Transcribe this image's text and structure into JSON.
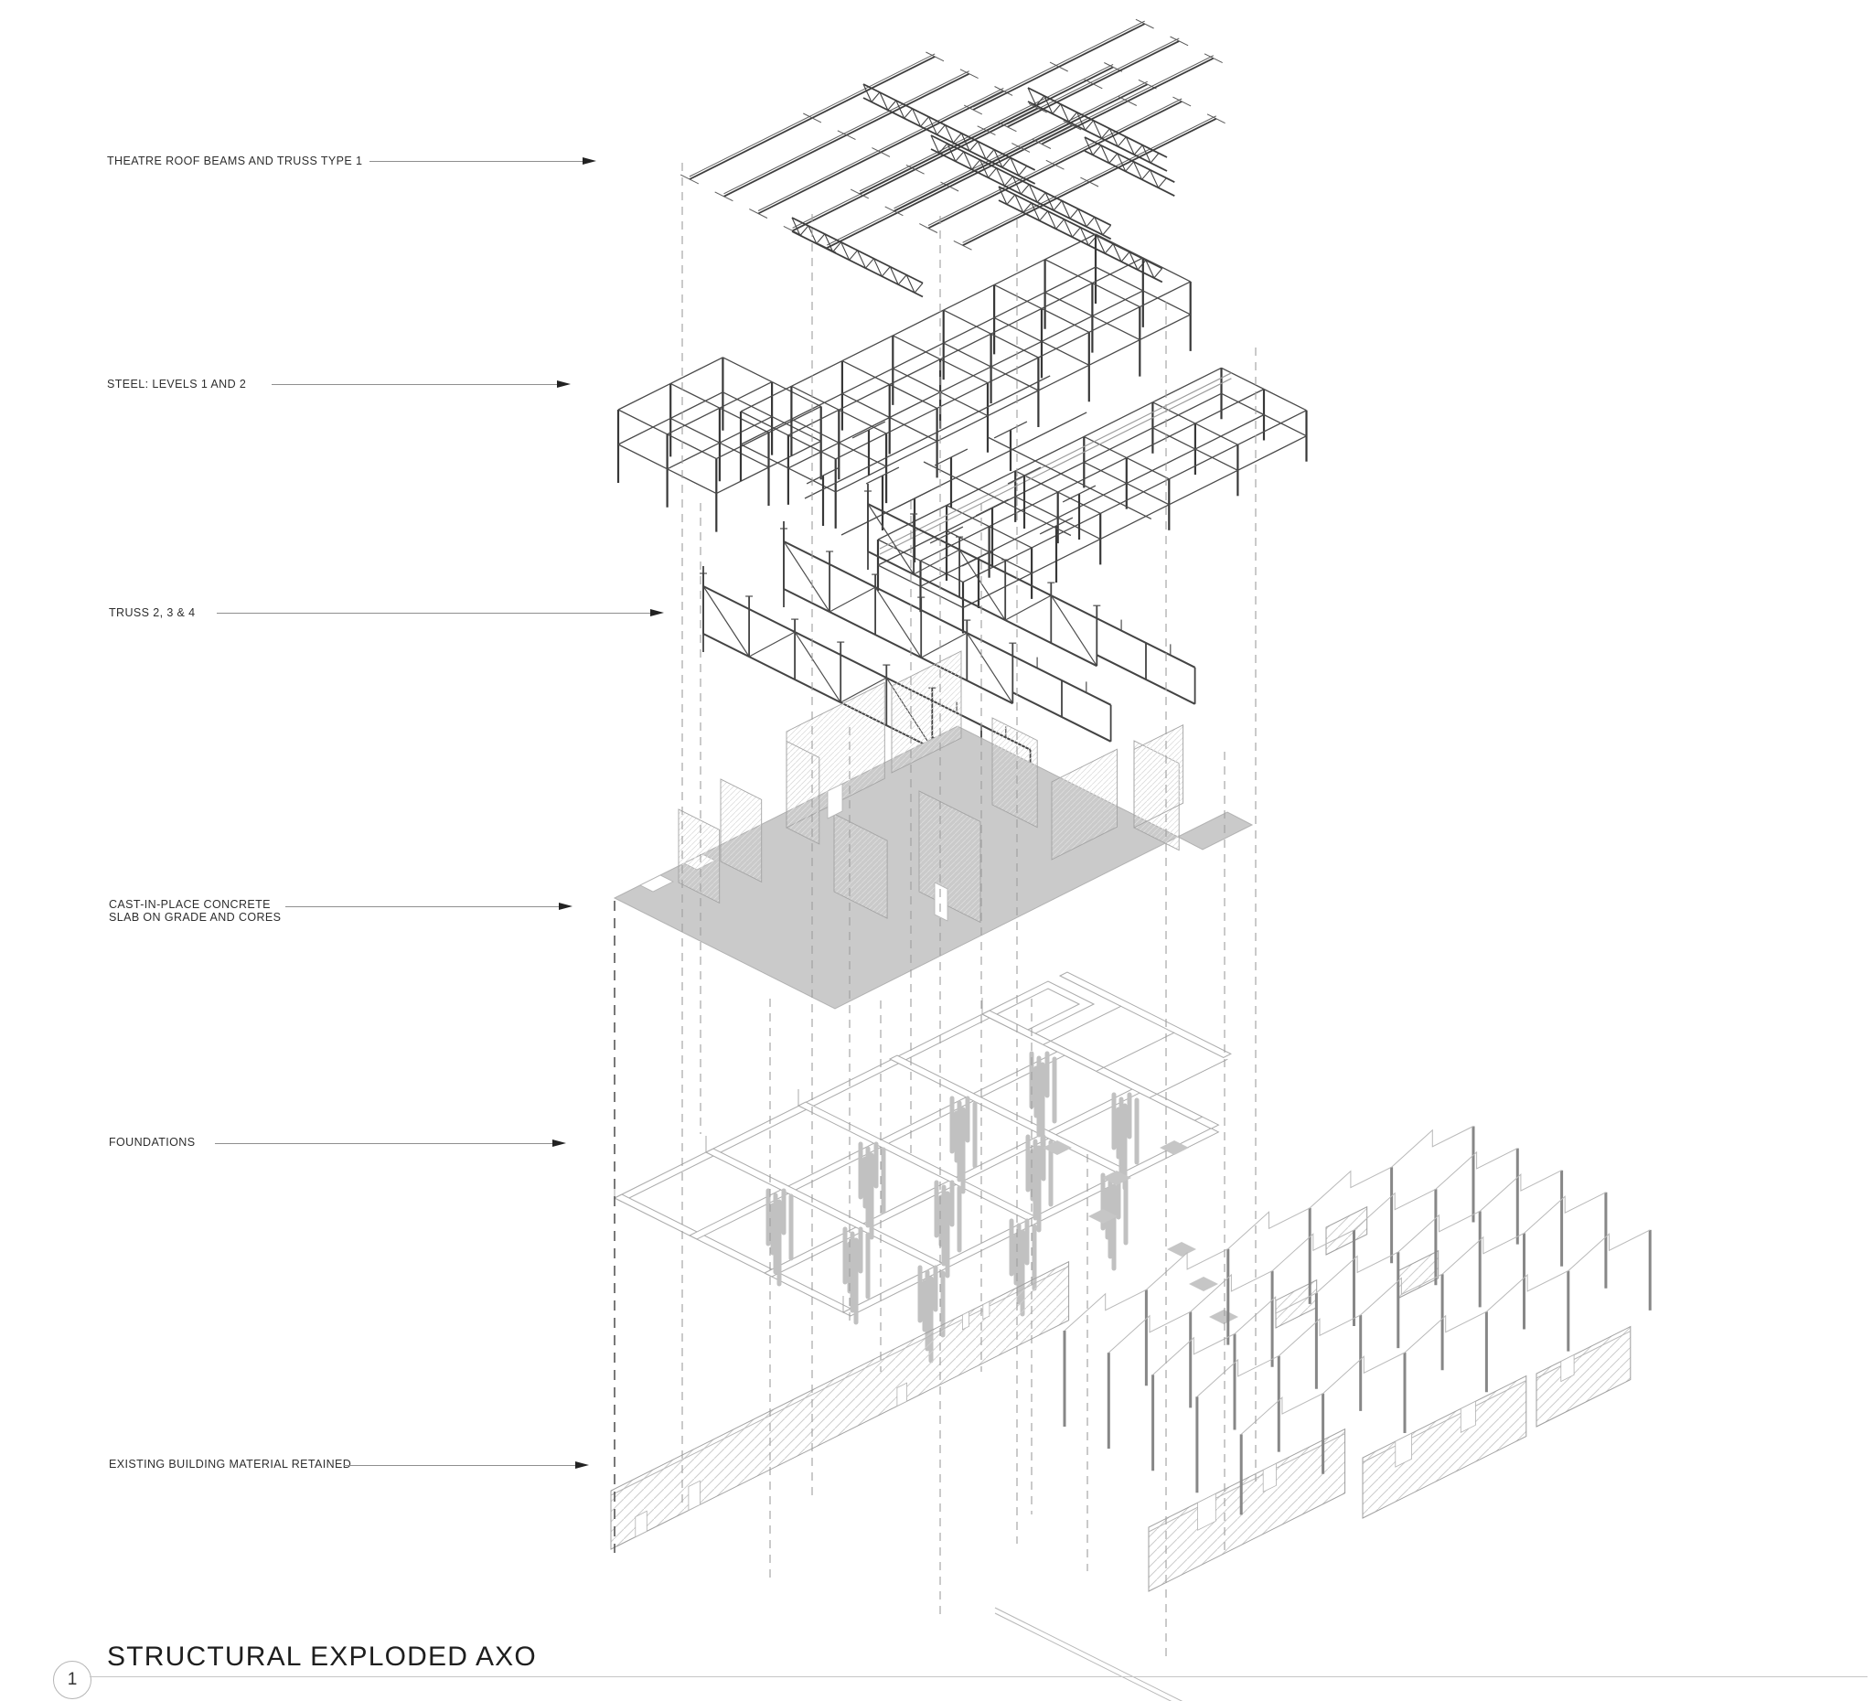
{
  "sheet": {
    "number": "1",
    "title": "STRUCTURAL EXPLODED AXO"
  },
  "labels": [
    {
      "id": "roof",
      "lines": [
        "THEATRE ROOF BEAMS AND TRUSS TYPE 1"
      ]
    },
    {
      "id": "steel",
      "lines": [
        "STEEL: LEVELS 1 AND 2"
      ]
    },
    {
      "id": "truss",
      "lines": [
        "TRUSS 2, 3 & 4"
      ]
    },
    {
      "id": "slab",
      "lines": [
        "CAST-IN-PLACE CONCRETE",
        "SLAB ON GRADE AND CORES"
      ]
    },
    {
      "id": "foundations",
      "lines": [
        "FOUNDATIONS"
      ]
    },
    {
      "id": "existing",
      "lines": [
        "EXISTING BUILDING MATERIAL RETAINED"
      ]
    }
  ],
  "layers": [
    "theatre-roof-beams-and-truss-type-1",
    "steel-levels-1-and-2",
    "truss-2-3-4",
    "cast-in-place-concrete-slab-on-grade-and-cores",
    "foundations",
    "existing-building-material-retained"
  ],
  "colors": {
    "dark_line": "#3e3e3e",
    "light_line": "#a9a9a9",
    "slab_fill": "#cacaca",
    "hatch_line": "#cdcdcd",
    "dashed_line": "#9e9e9e",
    "label_text": "#2e2e2e"
  }
}
